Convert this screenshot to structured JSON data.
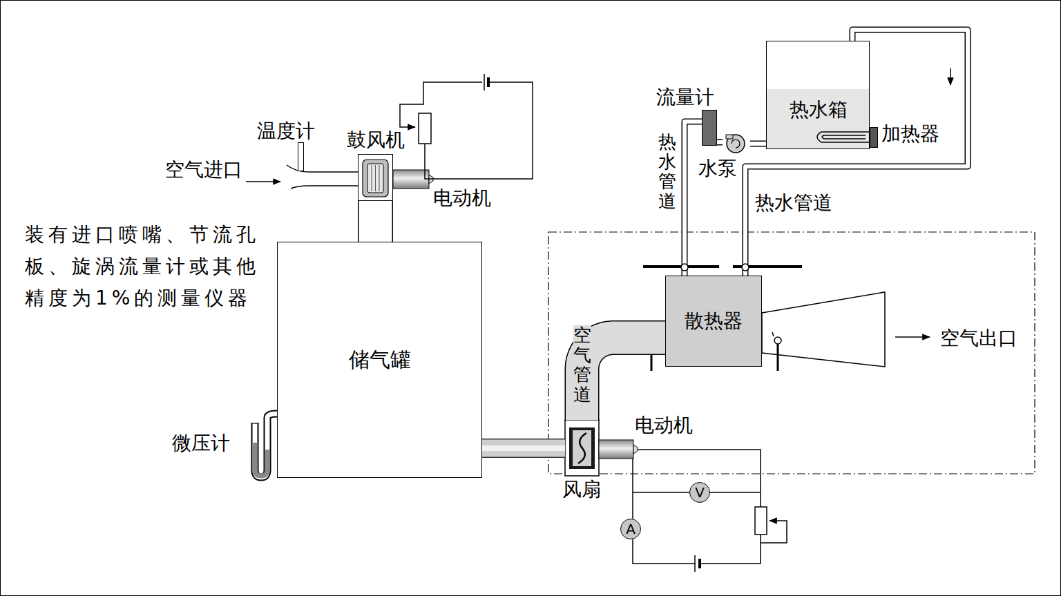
{
  "diagram": {
    "nodes": [
      {
        "text": [
          "储气罐"
        ]
      },
      {
        "text": [
          "鼓风机"
        ]
      },
      {
        "text": [
          "电动机"
        ]
      },
      {
        "text": [
          "温度计"
        ]
      },
      {
        "text": [
          "微压计"
        ]
      },
      {
        "text": [
          "风扇"
        ]
      },
      {
        "text": [
          "电动机"
        ]
      },
      {
        "text": [
          "散热器"
        ]
      },
      {
        "text": [
          "热水箱"
        ]
      },
      {
        "text": [
          "加热器"
        ]
      },
      {
        "text": [
          "流量计"
        ]
      },
      {
        "text": [
          "水泵"
        ]
      },
      {
        "text": [
          "V"
        ]
      },
      {
        "text": [
          "A"
        ]
      }
    ],
    "edges": [
      {
        "from": 1,
        "to": 0,
        "arrow": "none"
      },
      {
        "from": 0,
        "to": 5,
        "arrow": "none"
      },
      {
        "from": 5,
        "to": 7,
        "arrow": "none"
      },
      {
        "from": 8,
        "to": 11,
        "arrow": "none"
      },
      {
        "from": 11,
        "to": 10,
        "arrow": "none"
      },
      {
        "from": 10,
        "to": 7,
        "arrow": "none"
      },
      {
        "from": 7,
        "to": 8,
        "arrow": "none"
      }
    ],
    "labels": [
      "空气进口",
      "装有进口喷嘴、节流孔板、旋涡流量计或其他精度为1%的测量仪器",
      "空气管道",
      "热水管道",
      "热水管道",
      "空气出口"
    ]
  }
}
